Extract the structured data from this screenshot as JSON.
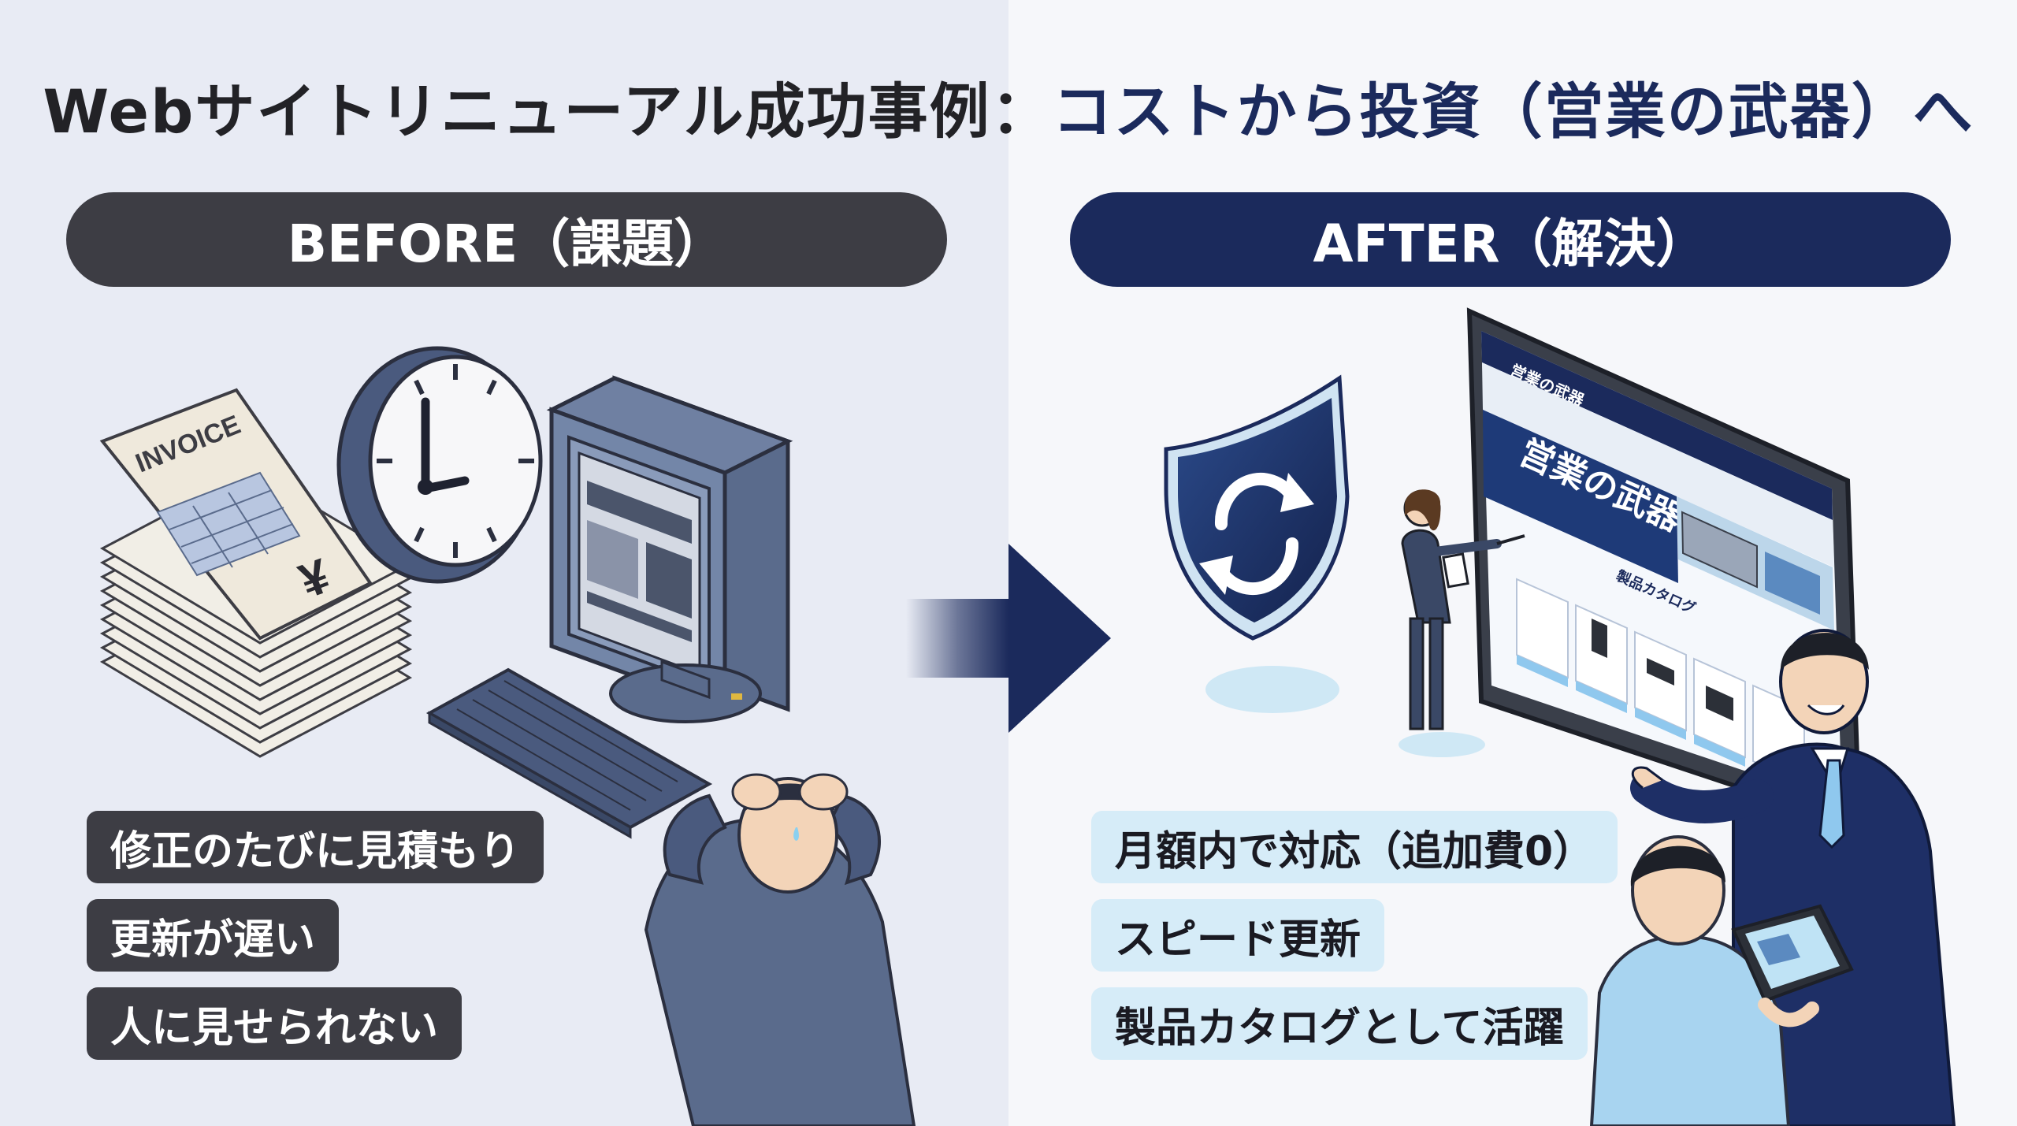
{
  "title": {
    "part1": "Webサイトリニューアル成功事例：",
    "part2": "コストから投資（営業の武器）へ"
  },
  "before": {
    "heading": "BEFORE（課題）",
    "invoice_label": "INVOICE",
    "yen_symbol": "¥",
    "problems": [
      "修正のたびに見積もり",
      "更新が遅い",
      "人に見せられない"
    ]
  },
  "after": {
    "heading": "AFTER（解決）",
    "website": {
      "logo_text": "営業の武器",
      "hero_text": "営業の武器",
      "catalog_heading": "製品カタログ"
    },
    "solutions": [
      "月額内で対応（追加費0）",
      "スピード更新",
      "製品カタログとして活躍"
    ]
  },
  "colors": {
    "navy": "#1b2a5c",
    "dark_gray": "#3d3d44",
    "light_blue": "#d6ecf8",
    "slate": "#5a6b8c"
  }
}
